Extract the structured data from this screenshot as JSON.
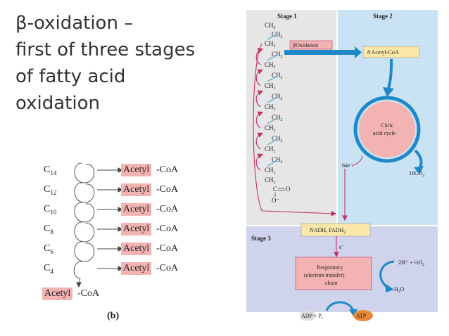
{
  "title": {
    "lines": [
      "β-oxidation –",
      "first of three stages",
      "of fatty acid",
      "oxidation"
    ]
  },
  "panel_b": {
    "carbons": [
      {
        "base": "C",
        "sub": "14"
      },
      {
        "base": "C",
        "sub": "12"
      },
      {
        "base": "C",
        "sub": "10"
      },
      {
        "base": "C",
        "sub": "8"
      },
      {
        "base": "C",
        "sub": "6"
      },
      {
        "base": "C",
        "sub": "4"
      }
    ],
    "acetyl": "Acetyl",
    "coa": "-CoA",
    "final_acetyl": "Acetyl",
    "final_coa": "-CoA",
    "label": "(b)"
  },
  "diagram": {
    "stage1": "Stage 1",
    "stage2": "Stage 2",
    "stage3": "Stage 3",
    "beta_oxidation": "βOxidation",
    "acetyl_coa": "8 Acetyl-CoA",
    "citric_line1": "Citric",
    "citric_line2": "acid cycle",
    "co2_base": "16CO",
    "co2_sub": "2",
    "electrons_64": "64e",
    "electron_minus": "−",
    "e_label": "e",
    "nadh": "NADH, FADH",
    "nadh_sub": "2",
    "respiratory": [
      "Respiratory",
      "(electron transfer)",
      "chain"
    ],
    "o2_eq": "2H⁺ + ½O",
    "o2_sub": "2",
    "h2o": "H",
    "h2o_sub": "2",
    "h2o_end": "O",
    "adp": "ADP + P",
    "adp_sub": "i",
    "atp": "ATP",
    "ch3": "CH",
    "ch3_sub": "3",
    "ch2": "CH",
    "ch2_sub": "2",
    "carbonyl_c": "C",
    "carbonyl_o": "O",
    "oxygen_minus": "O⁻"
  },
  "colors": {
    "stage1_bg": "#e6e6e6",
    "stage2_bg": "#c9e3f4",
    "stage3_bg": "#cfd3ec",
    "pink": "#f4b3b3",
    "yellow": "#fbe7a8",
    "blue_arrow": "#1f88c8",
    "magenta": "#c2306a"
  }
}
